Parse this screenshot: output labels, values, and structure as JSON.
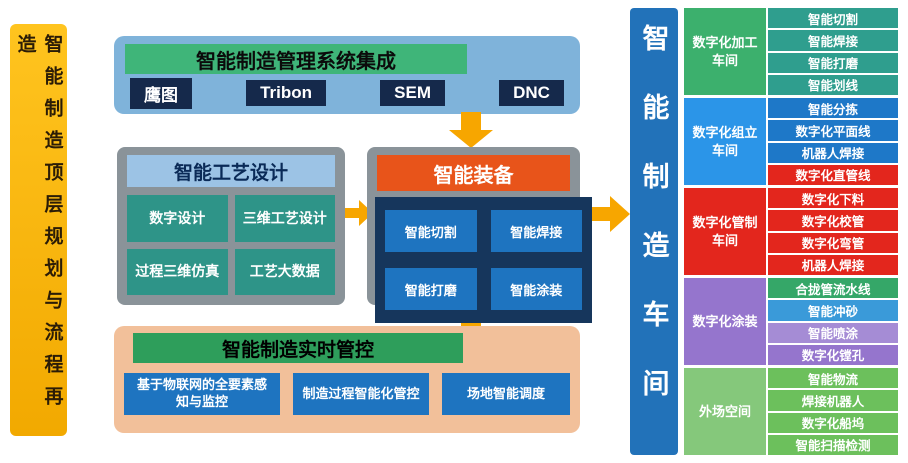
{
  "left_bar": {
    "text": "智能制造顶层规划与流程再造"
  },
  "top_box": {
    "header": "智能制造管理系统集成",
    "items": [
      "鹰图",
      "Tribon",
      "SEM",
      "DNC"
    ]
  },
  "process_design": {
    "header": "智能工艺设计",
    "items": [
      "数字设计",
      "三维工艺设计",
      "过程三维仿真",
      "工艺大数据"
    ]
  },
  "equipment": {
    "header": "智能装备",
    "items": [
      "智能切割",
      "智能焊接",
      "智能打磨",
      "智能涂装"
    ]
  },
  "realtime": {
    "header": "智能制造实时管控",
    "items": [
      "基于物联网的全要素感知与监控",
      "制造过程智能化管控",
      "场地智能调度"
    ]
  },
  "right_bar": {
    "text": "智能制造车间"
  },
  "workshop": {
    "groups": [
      {
        "label": "数字化加工车间",
        "color": "#3cb06d",
        "items": [
          {
            "text": "智能切割",
            "color": "#2f9e8e"
          },
          {
            "text": "智能焊接",
            "color": "#2f9e8e"
          },
          {
            "text": "智能打磨",
            "color": "#2f9e8e"
          },
          {
            "text": "智能划线",
            "color": "#2f9e8e"
          }
        ]
      },
      {
        "label": "数字化组立车间",
        "color": "#2b95e8",
        "items": [
          {
            "text": "智能分拣",
            "color": "#1e78c8"
          },
          {
            "text": "数字化平面线",
            "color": "#1e78c8"
          },
          {
            "text": "机器人焊接",
            "color": "#1e78c8"
          },
          {
            "text": "数字化直管线",
            "color": "#e3261d"
          }
        ]
      },
      {
        "label": "数字化管制车间",
        "color": "#e3261d",
        "items": [
          {
            "text": "数字化下料",
            "color": "#e3261d"
          },
          {
            "text": "数字化校管",
            "color": "#e3261d"
          },
          {
            "text": "数字化弯管",
            "color": "#e3261d"
          },
          {
            "text": "机器人焊接",
            "color": "#e3261d"
          }
        ]
      },
      {
        "label": "数字化涂装",
        "color": "#9575cd",
        "items": [
          {
            "text": "合拢管流水线",
            "color": "#35a768"
          },
          {
            "text": "智能冲砂",
            "color": "#3a9ad9"
          },
          {
            "text": "智能喷涂",
            "color": "#a58cd5"
          },
          {
            "text": "数字化镗孔",
            "color": "#9575cd"
          }
        ]
      },
      {
        "label": "外场空间",
        "color": "#85c87b",
        "items": [
          {
            "text": "智能物流",
            "color": "#6cc05c"
          },
          {
            "text": "焊接机器人",
            "color": "#6cc05c"
          },
          {
            "text": "数字化船坞",
            "color": "#6cc05c"
          },
          {
            "text": "智能扫描检测",
            "color": "#6cc05c"
          }
        ]
      }
    ]
  },
  "colors": {
    "arrow": "#f7a600",
    "left_bar_bg": "#f5b301",
    "top_container_bg": "#7fb3da",
    "top_header_bg": "#3fb579",
    "navy_chip_bg": "#15294b",
    "gray_container_bg": "#8a9399",
    "process_header_bg": "#9cc3e5",
    "teal_box_bg": "#2e9488",
    "equipment_header_bg": "#e8541a",
    "equipment_panel_bg": "#16365c",
    "blue_chip_bg": "#1e74c0",
    "bottom_container_bg": "#f2c09a",
    "bottom_header_bg": "#2e9e5b",
    "right_bar_bg": "#2272b9"
  }
}
